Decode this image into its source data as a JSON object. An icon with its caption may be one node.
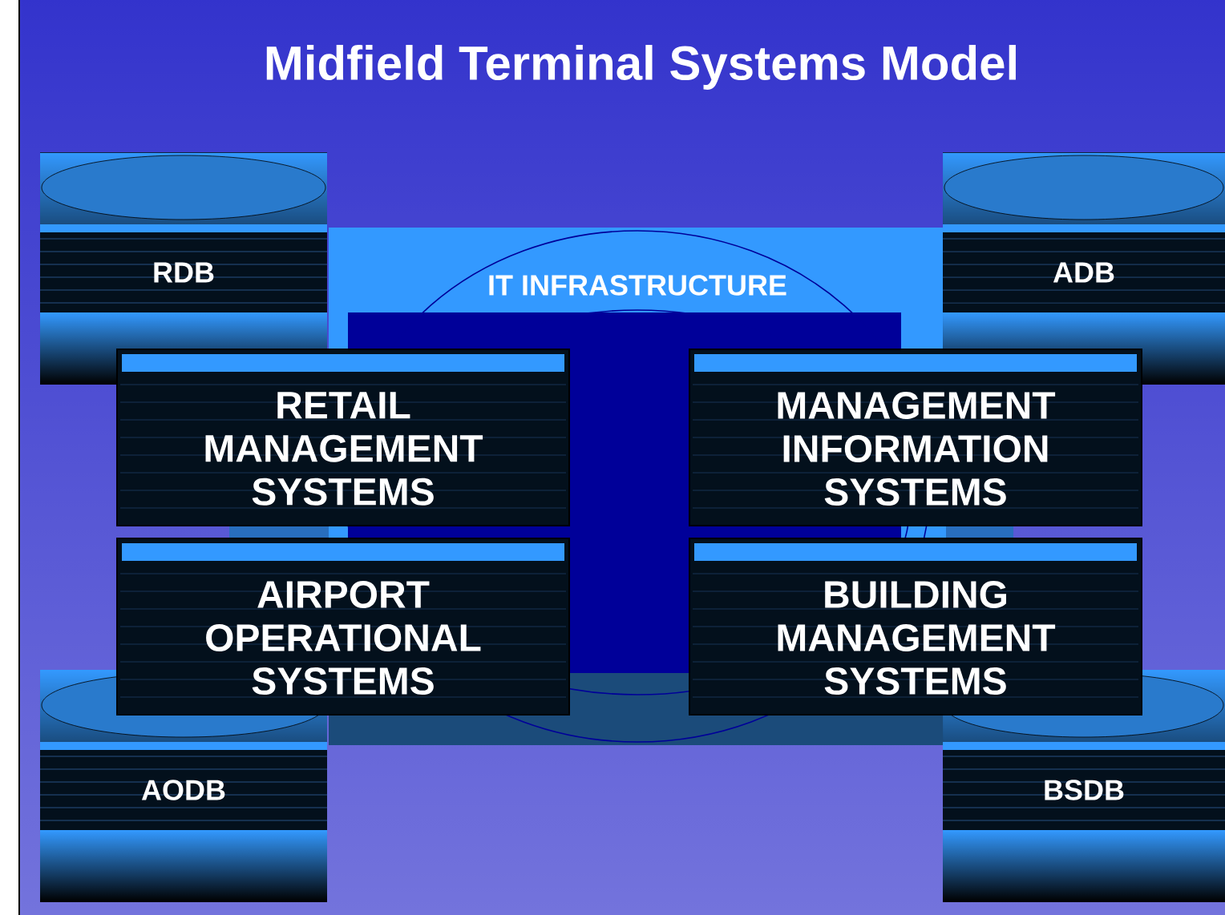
{
  "diagram": {
    "title": "Midfield Terminal Systems Model",
    "nodes": [
      {
        "text": [
          "RDB"
        ]
      },
      {
        "text": [
          "IT INFRASTRUCTURE"
        ]
      },
      {
        "text": [
          "ADB"
        ]
      },
      {
        "text": [
          "RETAIL MANAGEMENT SYSTEMS"
        ]
      },
      {
        "text": [
          "MANAGEMENT INFORMATION SYSTEMS"
        ]
      },
      {
        "text": [
          "AIRPORT OPERATIONAL SYSTEMS"
        ]
      },
      {
        "text": [
          "BUILDING MANAGEMENT SYSTEMS"
        ]
      },
      {
        "text": [
          "AODB"
        ]
      },
      {
        "text": [
          "BSDB"
        ]
      }
    ],
    "edges": []
  }
}
